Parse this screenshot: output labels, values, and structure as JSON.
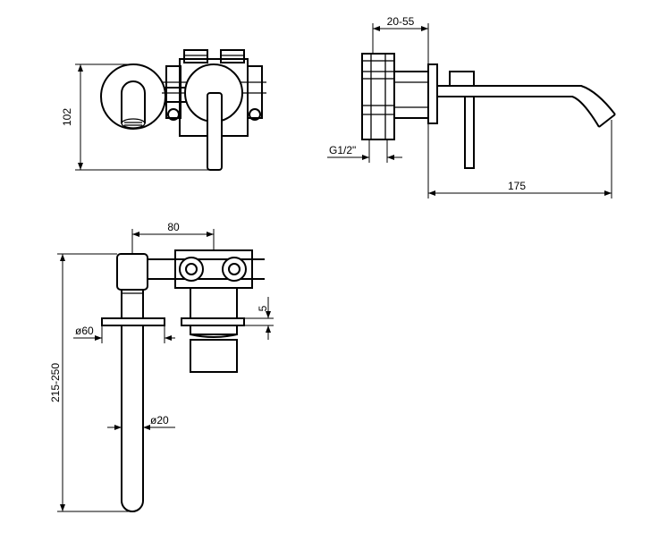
{
  "dimensions": {
    "height_102": "102",
    "wall_20_55": "20-55",
    "thread_g12": "G1/2\"",
    "spout_175": "175",
    "centers_80": "80",
    "flange_5": "5",
    "plate_60": "ø60",
    "height_215_250": "215-250",
    "spout_20": "ø20"
  }
}
